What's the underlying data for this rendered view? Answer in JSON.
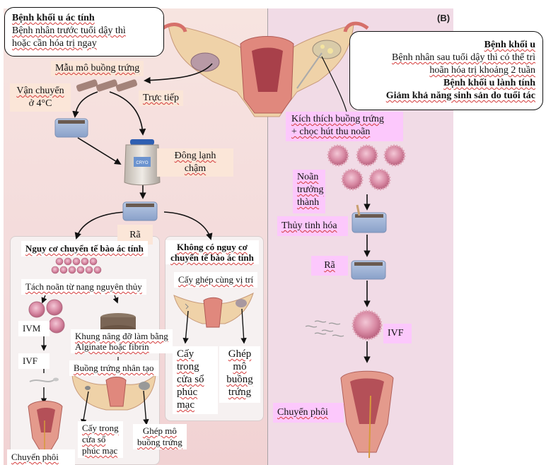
{
  "panel_letter": "(B)",
  "left_callout": {
    "title": "Bệnh khối u ác tính",
    "line1": "Bệnh nhân trước tuổi dậy thì",
    "line2": "hoặc cần hóa trị ngay"
  },
  "right_callout": {
    "title": "Bệnh khối u",
    "line1": "Bệnh nhân sau tuổi dậy thì có thể trì",
    "line2": "hoãn hóa trị khoảng 2 tuần",
    "title2": "Bệnh khối u lành tính",
    "title3": "Giảm khả năng sinh sản do tuổi tác"
  },
  "left_flow": {
    "tissue_sample": "Mẫu mô buồng trứng",
    "transport_line1": "Vận chuyển",
    "transport_line2": "ở 4°C",
    "direct": "Trực tiếp",
    "slow_freeze_line1": "Đông lạnh",
    "slow_freeze_line2": "chậm",
    "cryo_label": "CRYO",
    "thaw": "Rã"
  },
  "malignant_risk": {
    "title": "Nguy cơ chuyển tế bào ác tính",
    "isolate": "Tách noãn từ nang nguyên thủy",
    "ivm": "IVM",
    "ivf": "IVF",
    "scaffold_line1": "Khung nâng đỡ làm bằng",
    "scaffold_line2": "Alginate hoặc fibrin",
    "artificial_ovary": "Buồng trứng nhân tạo",
    "peritoneal_line1": "Cấy trong",
    "peritoneal_line2": "cửa sổ",
    "peritoneal_line3": "phúc mạc",
    "ovarian_graft_line1": "Ghép mô",
    "ovarian_graft_line2": "buồng trứng",
    "embryo_transfer": "Chuyển phôi"
  },
  "no_malignant_risk": {
    "title_line1": "Không có nguy cơ",
    "title_line2": "chuyển tế bào ác tính",
    "orthotopic": "Cấy ghép cùng vị trí",
    "peritoneal": [
      "Cấy",
      "trong",
      "cửa sổ",
      "phúc",
      "mạc"
    ],
    "ovarian_graft": [
      "Ghép",
      "mô",
      "buồng",
      "trứng"
    ]
  },
  "right_flow": {
    "stimulation_line1": "Kích thích buồng trứng",
    "stimulation_line2": "+ chọc hút thu noãn",
    "mature_oocyte": [
      "Noãn",
      "trưởng",
      "thành"
    ],
    "vitrification": "Thủy tinh hóa",
    "thaw": "Rã",
    "ivf": "IVF",
    "embryo_transfer": "Chuyển phôi"
  },
  "colors": {
    "left_panel_bg": "#f5ddda",
    "right_panel_bg": "#f1dbe6",
    "label_peach": "#fbe6d8",
    "label_pink": "#fcc8fc",
    "container_blue": "#9fb5d6",
    "oocyte_pink": "#d98aa6",
    "uterus_red": "#c8646a"
  }
}
